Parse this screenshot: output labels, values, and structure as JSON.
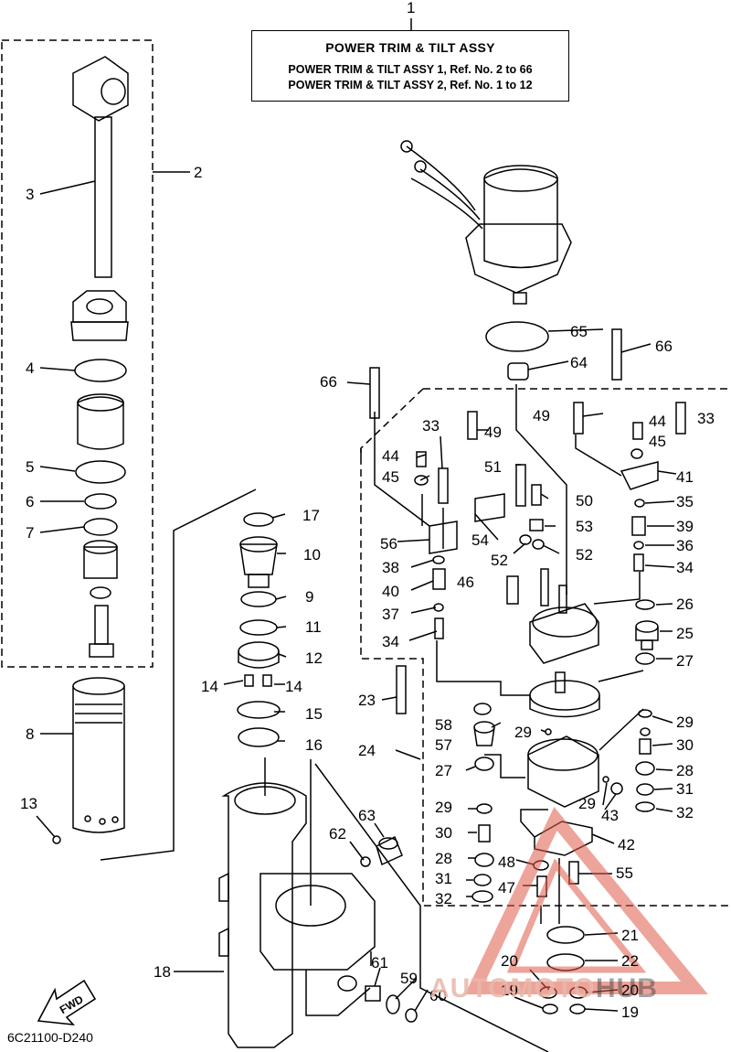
{
  "title_box": {
    "title": "POWER TRIM & TILT ASSY",
    "line1": "POWER TRIM & TILT ASSY 1,  Ref. No. 2 to 66",
    "line2": "POWER TRIM & TILT ASSY 2,  Ref. No. 1 to 12"
  },
  "diagram_code": "6C21100-D240",
  "fwd_label": "FWD",
  "watermark": {
    "part1": "AUTOMOTO",
    "part2": "HUB"
  },
  "callouts": [
    {
      "id": "c1",
      "text": "1"
    },
    {
      "id": "c2",
      "text": "2"
    },
    {
      "id": "c3",
      "text": "3"
    },
    {
      "id": "c4",
      "text": "4"
    },
    {
      "id": "c5",
      "text": "5"
    },
    {
      "id": "c6",
      "text": "6"
    },
    {
      "id": "c7",
      "text": "7"
    },
    {
      "id": "c8",
      "text": "8"
    },
    {
      "id": "c9",
      "text": "9"
    },
    {
      "id": "c10",
      "text": "10"
    },
    {
      "id": "c11",
      "text": "11"
    },
    {
      "id": "c12",
      "text": "12"
    },
    {
      "id": "c13",
      "text": "13"
    },
    {
      "id": "c14a",
      "text": "14"
    },
    {
      "id": "c14b",
      "text": "14"
    },
    {
      "id": "c15",
      "text": "15"
    },
    {
      "id": "c16",
      "text": "16"
    },
    {
      "id": "c17",
      "text": "17"
    },
    {
      "id": "c18",
      "text": "18"
    },
    {
      "id": "c19a",
      "text": "19"
    },
    {
      "id": "c19b",
      "text": "19"
    },
    {
      "id": "c20a",
      "text": "20"
    },
    {
      "id": "c20b",
      "text": "20"
    },
    {
      "id": "c21",
      "text": "21"
    },
    {
      "id": "c22",
      "text": "22"
    },
    {
      "id": "c23",
      "text": "23"
    },
    {
      "id": "c24",
      "text": "24"
    },
    {
      "id": "c25",
      "text": "25"
    },
    {
      "id": "c26",
      "text": "26"
    },
    {
      "id": "c27a",
      "text": "27"
    },
    {
      "id": "c27b",
      "text": "27"
    },
    {
      "id": "c28a",
      "text": "28"
    },
    {
      "id": "c28b",
      "text": "28"
    },
    {
      "id": "c29a",
      "text": "29"
    },
    {
      "id": "c29b",
      "text": "29"
    },
    {
      "id": "c29c",
      "text": "29"
    },
    {
      "id": "c29d",
      "text": "29"
    },
    {
      "id": "c30a",
      "text": "30"
    },
    {
      "id": "c30b",
      "text": "30"
    },
    {
      "id": "c31a",
      "text": "31"
    },
    {
      "id": "c31b",
      "text": "31"
    },
    {
      "id": "c32a",
      "text": "32"
    },
    {
      "id": "c32b",
      "text": "32"
    },
    {
      "id": "c33a",
      "text": "33"
    },
    {
      "id": "c33b",
      "text": "33"
    },
    {
      "id": "c34a",
      "text": "34"
    },
    {
      "id": "c34b",
      "text": "34"
    },
    {
      "id": "c35",
      "text": "35"
    },
    {
      "id": "c36",
      "text": "36"
    },
    {
      "id": "c37",
      "text": "37"
    },
    {
      "id": "c38",
      "text": "38"
    },
    {
      "id": "c39",
      "text": "39"
    },
    {
      "id": "c40",
      "text": "40"
    },
    {
      "id": "c41",
      "text": "41"
    },
    {
      "id": "c42",
      "text": "42"
    },
    {
      "id": "c43",
      "text": "43"
    },
    {
      "id": "c44a",
      "text": "44"
    },
    {
      "id": "c44b",
      "text": "44"
    },
    {
      "id": "c45a",
      "text": "45"
    },
    {
      "id": "c45b",
      "text": "45"
    },
    {
      "id": "c46",
      "text": "46"
    },
    {
      "id": "c47",
      "text": "47"
    },
    {
      "id": "c48",
      "text": "48"
    },
    {
      "id": "c49a",
      "text": "49"
    },
    {
      "id": "c49b",
      "text": "49"
    },
    {
      "id": "c50",
      "text": "50"
    },
    {
      "id": "c51",
      "text": "51"
    },
    {
      "id": "c52a",
      "text": "52"
    },
    {
      "id": "c52b",
      "text": "52"
    },
    {
      "id": "c53",
      "text": "53"
    },
    {
      "id": "c54",
      "text": "54"
    },
    {
      "id": "c55",
      "text": "55"
    },
    {
      "id": "c56",
      "text": "56"
    },
    {
      "id": "c57",
      "text": "57"
    },
    {
      "id": "c58",
      "text": "58"
    },
    {
      "id": "c59",
      "text": "59"
    },
    {
      "id": "c60",
      "text": "60"
    },
    {
      "id": "c61",
      "text": "61"
    },
    {
      "id": "c62",
      "text": "62"
    },
    {
      "id": "c63",
      "text": "63"
    },
    {
      "id": "c64",
      "text": "64"
    },
    {
      "id": "c65",
      "text": "65"
    },
    {
      "id": "c66a",
      "text": "66"
    },
    {
      "id": "c66b",
      "text": "66"
    }
  ],
  "colors": {
    "line": "#000000",
    "watermark": "#e05a4a"
  }
}
